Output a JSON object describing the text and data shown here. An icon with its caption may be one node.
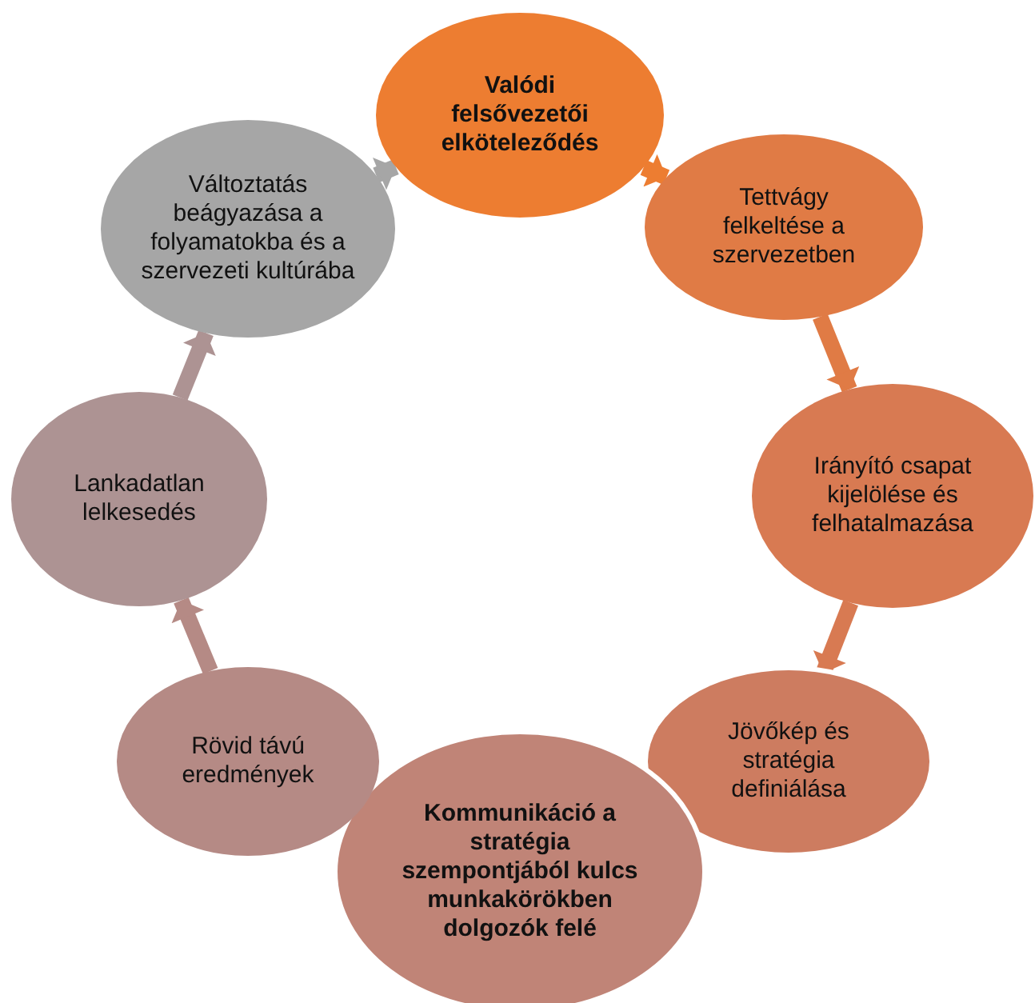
{
  "diagram": {
    "nodes": [
      {
        "text": [
          "Valódi felsővezetői elköteleződés"
        ]
      },
      {
        "text": [
          "Tettvágy felkeltése a szervezetben"
        ]
      },
      {
        "text": [
          "Irányító csapat kijelölése és felhatalmazása"
        ]
      },
      {
        "text": [
          "Jövőkép és stratégia definiálása"
        ]
      },
      {
        "text": [
          "Kommunikáció a stratégia szempontjából kulcs munkakörökben dolgozók felé"
        ]
      },
      {
        "text": [
          "Rövid távú eredmények"
        ]
      },
      {
        "text": [
          "Lankadatlan lelkesedés"
        ]
      },
      {
        "text": [
          "Változtatás beágyazása a folyamatokba és a szervezeti kultúrába"
        ]
      }
    ],
    "edges": [
      {
        "from": 0,
        "to": 1,
        "arrow": "to",
        "color": "#ed7d31"
      },
      {
        "from": 1,
        "to": 2,
        "arrow": "to",
        "color": "#e07b45"
      },
      {
        "from": 2,
        "to": 3,
        "arrow": "to",
        "color": "#d87a52"
      },
      {
        "from": 5,
        "to": 6,
        "arrow": "to",
        "color": "#b58a85"
      },
      {
        "from": 6,
        "to": 7,
        "arrow": "to",
        "color": "#ad9393"
      },
      {
        "from": 7,
        "to": 0,
        "arrow": "to",
        "color": "#a6a6a6"
      }
    ]
  }
}
